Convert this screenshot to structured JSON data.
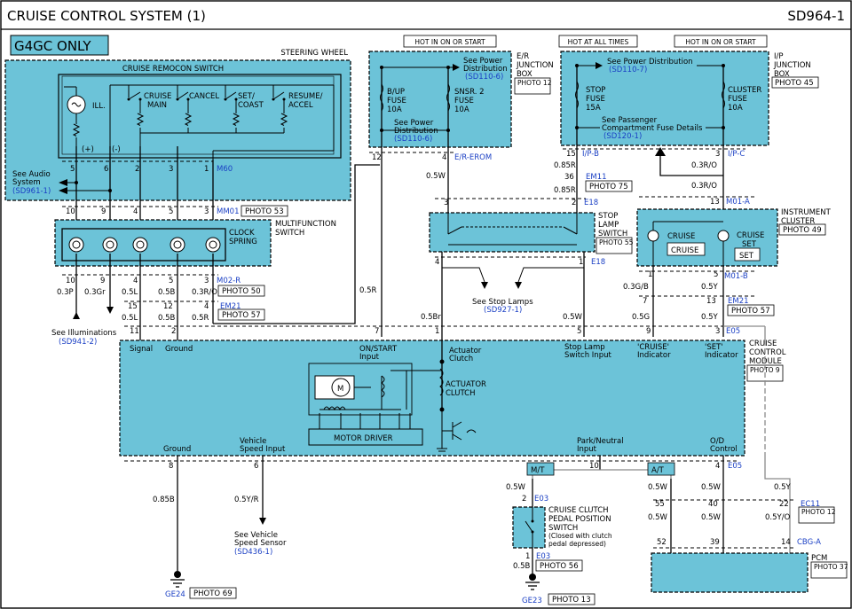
{
  "header": {
    "title": "CRUISE CONTROL SYSTEM (1)",
    "code": "SD964-1"
  },
  "badge": "G4GC ONLY",
  "steering": {
    "title": "STEERING WHEEL",
    "remocon": "CRUISE REMOCON SWITCH",
    "ill": "ILL.",
    "cruise": "CRUISE",
    "main": "MAIN",
    "cancel": "CANCEL",
    "set": "SET/",
    "coast": "COAST",
    "resume": "RESUME/",
    "accel": "ACCEL",
    "plus": "(+)",
    "minus": "(-)",
    "audio1": "See Audio",
    "audio2": "System",
    "audio_ref": "(SD961-1)",
    "pins_top": [
      "5",
      "6",
      "2",
      "3",
      "1"
    ],
    "conn": "M60",
    "pins_mm": [
      "10",
      "9",
      "4",
      "5",
      "3"
    ],
    "conn_mm": "MM01",
    "photo_mm": "PHOTO 53"
  },
  "multifunction": {
    "title1": "MULTIFUNCTION",
    "title2": "SWITCH",
    "clock1": "CLOCK",
    "clock2": "SPRING",
    "pins_m02": [
      "10",
      "9",
      "4",
      "5",
      "3"
    ],
    "conn_m02": "M02-R",
    "photo_m02": "PHOTO 50",
    "wires1": [
      "0.3P",
      "0.3Gr",
      "0.5L",
      "0.5B",
      "0.3R/O"
    ],
    "pins_em": [
      "15",
      "12",
      "4"
    ],
    "conn_em": "EM21",
    "photo_em": "PHOTO 57",
    "wires2": [
      "0.5L",
      "0.5B",
      "0.5R"
    ],
    "illum1": "See Illuminations",
    "illum_ref": "(SD941-2)"
  },
  "er_box": {
    "hot": "HOT IN ON OR START",
    "see1": "See Power",
    "see2": "Distribution",
    "see_ref": "(SD110-6)",
    "fuse1": [
      "B/UP",
      "FUSE",
      "10A"
    ],
    "fuse2": [
      "SNSR. 2",
      "FUSE",
      "10A"
    ],
    "see3": "See Power",
    "see4": "Distribution",
    "see_ref2": "(SD110-6)",
    "label": [
      "E/R",
      "JUNCTION",
      "BOX"
    ],
    "photo": "PHOTO 12",
    "pin_left": "12",
    "pin_right": "4",
    "conn": "E/R-EROM",
    "wire_r": "0.5W",
    "wire_l": "0.5R"
  },
  "ip_box": {
    "hot_left": "HOT AT ALL TIMES",
    "hot_right": "HOT IN ON OR START",
    "see": "See Power Distribution",
    "see_ref": "(SD110-7)",
    "fuse1": [
      "STOP",
      "FUSE",
      "15A"
    ],
    "fuse2": [
      "CLUSTER",
      "FUSE",
      "10A"
    ],
    "see_pass1": "See Passenger",
    "see_pass2": "Compartment Fuse Details",
    "see_pass_ref": "(SD120-1)",
    "label": [
      "I/P",
      "JUNCTION",
      "BOX"
    ],
    "photo": "PHOTO 45",
    "pin_l": "15",
    "conn_l": "I/P-B",
    "pin_r": "3",
    "conn_r": "I/P-C"
  },
  "stop": {
    "w1": "0.85R",
    "pin_em11": "36",
    "conn_em11": "EM11",
    "photo_em11": "PHOTO 75",
    "w2": "0.85R",
    "pins_e18_top": [
      "3",
      "2"
    ],
    "conn_e18": "E18",
    "label": [
      "STOP",
      "LAMP",
      "SWITCH"
    ],
    "photo": "PHOTO 55",
    "pins_e18_bot": [
      "4",
      "1"
    ],
    "conn_e18b": "E18",
    "see": "See Stop Lamps",
    "see_ref": "(SD927-1)",
    "w3": "0.5Br",
    "w4": "0.5W"
  },
  "cluster": {
    "w_ro1": "0.3R/O",
    "w_ro2": "0.3R/O",
    "pin_m01a": "13",
    "conn_m01a": "M01-A",
    "label": [
      "INSTRUMENT",
      "CLUSTER"
    ],
    "photo": "PHOTO 49",
    "cruise": "CRUISE",
    "cruise_set1": "CRUISE",
    "cruise_set2": "SET",
    "cruise_box": "CRUISE",
    "set_box": "SET",
    "pins_m01b": [
      "1",
      "5"
    ],
    "conn_m01b": "M01-B",
    "wires": [
      "0.3G/B",
      "0.5Y"
    ],
    "pins_em21": [
      "7",
      "13"
    ],
    "conn_em21": "EM21",
    "photo_em21": "PHOTO 57",
    "wires2": [
      "0.5G",
      "0.5Y"
    ]
  },
  "module": {
    "label": [
      "CRUISE",
      "CONTROL",
      "MODULE"
    ],
    "photo": "PHOTO 9",
    "pins_top": [
      "11",
      "2",
      "7",
      "1",
      "5",
      "9",
      "3"
    ],
    "conn": "E05",
    "signal": "Signal",
    "ground": "Ground",
    "onstart1": "ON/START",
    "onstart2": "Input",
    "act1": "Actuator",
    "act2": "Clutch",
    "stop1": "Stop Lamp",
    "stop2": "Switch Input",
    "cr1": "'CRUISE'",
    "cr2": "Indicator",
    "st1": "'SET'",
    "st2": "Indicator",
    "motor_driver": "MOTOR DRIVER",
    "actuator1": "ACTUATOR",
    "actuator2": "CLUTCH",
    "m": "M",
    "ground_b": "Ground",
    "vss1": "Vehicle",
    "vss2": "Speed Input",
    "pn1": "Park/Neutral",
    "pn2": "Input",
    "od1": "O/D",
    "od2": "Control",
    "pins_bot": [
      "8",
      "6",
      "10",
      "4"
    ],
    "conn_bot": "E05"
  },
  "bottom": {
    "w_gnd": "0.85B",
    "gnd": "GE24",
    "gnd_photo": "PHOTO 69",
    "w_vss": "0.5Y/R",
    "vss1": "See Vehicle",
    "vss2": "Speed Sensor",
    "vss_ref": "(SD436-1)",
    "mt": "M/T",
    "at": "A/T",
    "w_mt": "0.5W",
    "pin_e03": "2",
    "conn_e03": "E03",
    "clutch": [
      "CRUISE CLUTCH",
      "PEDAL POSITION",
      "SWITCH",
      "(Closed with clutch",
      "pedal depressed)"
    ],
    "pin_e03b": "1",
    "conn_e03b": "E03",
    "photo_e03": "PHOTO 56",
    "w_e03b": "0.5B",
    "gnd2": "GE23",
    "gnd2_photo": "PHOTO 13",
    "w_at": [
      "0.5W",
      "0.5W",
      "0.5Y"
    ],
    "pins_mid": [
      "55",
      "40",
      "22"
    ],
    "conn_ec11": "EC11",
    "photo_ec11": "PHOTO 12",
    "w_at2": [
      "0.5W",
      "0.5W",
      "0.5Y/O"
    ],
    "pins_pcm": [
      "52",
      "39",
      "14"
    ],
    "conn_cbg": "CBG-A",
    "pcm": "PCM",
    "pcm_photo": "PHOTO 37"
  }
}
